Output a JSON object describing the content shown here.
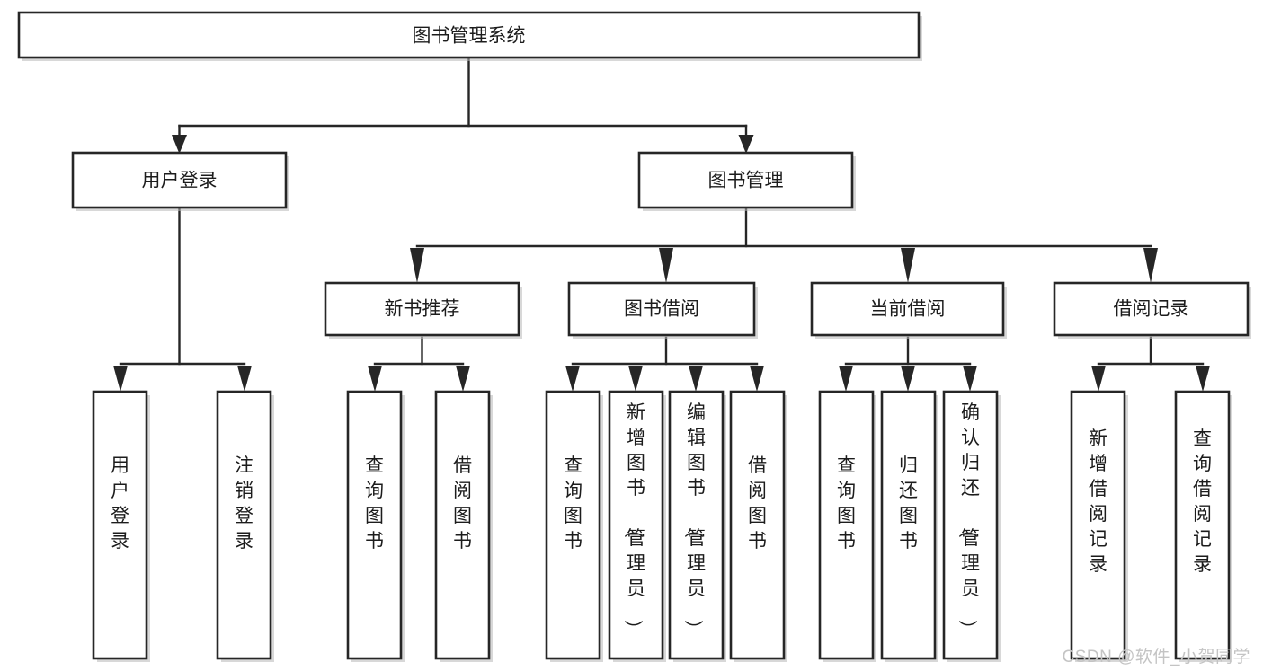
{
  "diagram": {
    "type": "tree-hierarchy",
    "title": "图书管理系统",
    "watermark": "CSDN @软件_小贺同学",
    "colors": {
      "box_fill": "#ffffff",
      "box_stroke": "#262626",
      "text": "#1c1c1c",
      "watermark": "#c4c4c4",
      "background": "#ffffff"
    },
    "levels": {
      "level1": [
        {
          "id": "root",
          "label": "图书管理系统",
          "orientation": "horizontal"
        }
      ],
      "level2": [
        {
          "id": "user-login",
          "label": "用户登录",
          "orientation": "horizontal",
          "parent": "root"
        },
        {
          "id": "book-manage",
          "label": "图书管理",
          "orientation": "horizontal",
          "parent": "root"
        }
      ],
      "level3": [
        {
          "id": "new-book-rec",
          "label": "新书推荐",
          "orientation": "horizontal",
          "parent": "book-manage"
        },
        {
          "id": "book-borrow",
          "label": "图书借阅",
          "orientation": "horizontal",
          "parent": "book-manage"
        },
        {
          "id": "current-borrow",
          "label": "当前借阅",
          "orientation": "horizontal",
          "parent": "book-manage"
        },
        {
          "id": "borrow-record",
          "label": "借阅记录",
          "orientation": "horizontal",
          "parent": "book-manage"
        }
      ],
      "level4": [
        {
          "id": "leaf-user-login",
          "label": "用户登录",
          "orientation": "vertical",
          "parent": "user-login"
        },
        {
          "id": "leaf-logout",
          "label": "注销登录",
          "orientation": "vertical",
          "parent": "user-login"
        },
        {
          "id": "leaf-query-book-1",
          "label": "查询图书",
          "orientation": "vertical",
          "parent": "new-book-rec"
        },
        {
          "id": "leaf-borrow-book-1",
          "label": "借阅图书",
          "orientation": "vertical",
          "parent": "new-book-rec"
        },
        {
          "id": "leaf-query-book-2",
          "label": "查询图书",
          "orientation": "vertical",
          "parent": "book-borrow"
        },
        {
          "id": "leaf-add-book",
          "label": "新增图书（管理员）",
          "orientation": "vertical",
          "parent": "book-borrow"
        },
        {
          "id": "leaf-edit-book",
          "label": "编辑图书（管理员）",
          "orientation": "vertical",
          "parent": "book-borrow"
        },
        {
          "id": "leaf-borrow-book-2",
          "label": "借阅图书",
          "orientation": "vertical",
          "parent": "book-borrow"
        },
        {
          "id": "leaf-query-book-3",
          "label": "查询图书",
          "orientation": "vertical",
          "parent": "current-borrow"
        },
        {
          "id": "leaf-return-book",
          "label": "归还图书",
          "orientation": "vertical",
          "parent": "current-borrow"
        },
        {
          "id": "leaf-confirm-return",
          "label": "确认归还（管理员）",
          "orientation": "vertical",
          "parent": "current-borrow"
        },
        {
          "id": "leaf-add-record",
          "label": "新增借阅记录",
          "orientation": "vertical",
          "parent": "borrow-record"
        },
        {
          "id": "leaf-query-record",
          "label": "查询借阅记录",
          "orientation": "vertical",
          "parent": "borrow-record"
        }
      ]
    }
  }
}
